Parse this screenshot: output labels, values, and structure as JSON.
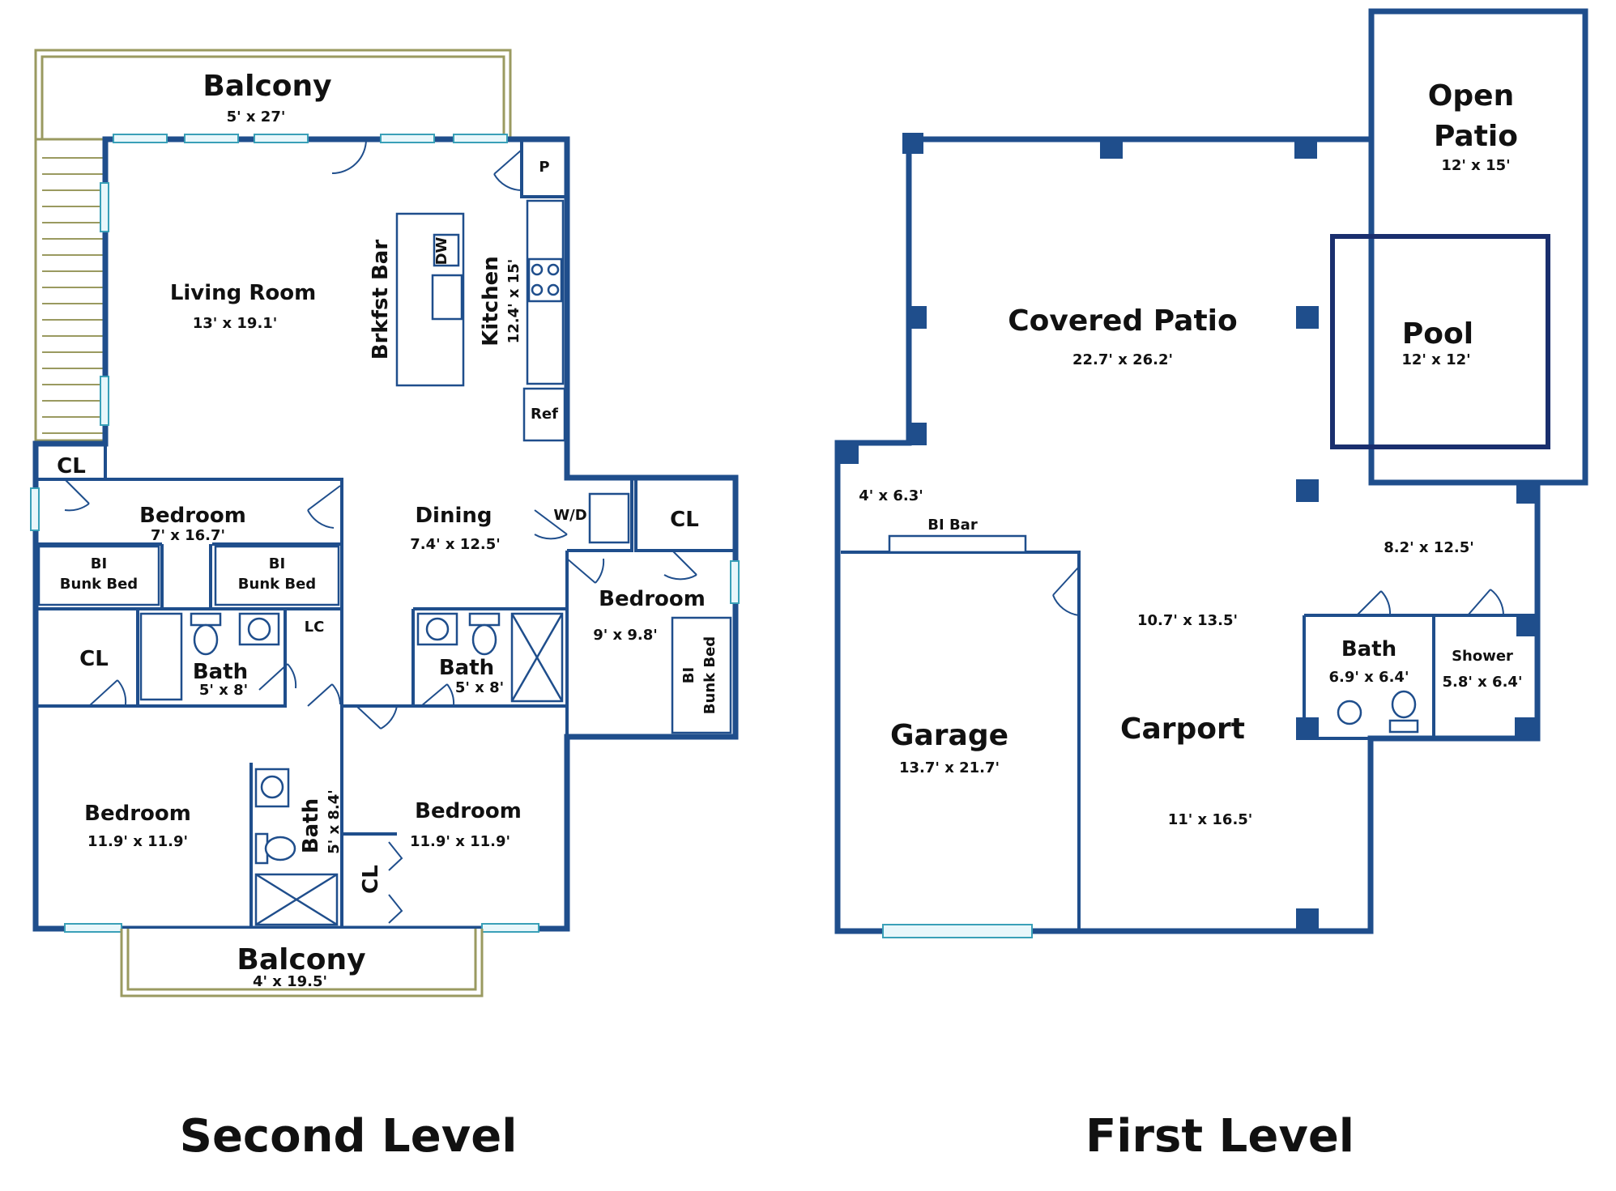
{
  "second_level": {
    "title": "Second Level",
    "rooms": {
      "balcony_top": {
        "label": "Balcony",
        "dim": "5' x 27'"
      },
      "living_room": {
        "label": "Living Room",
        "dim": "13' x 19.1'"
      },
      "brkfst_bar": {
        "label": "Brkfst Bar"
      },
      "kitchen": {
        "label": "Kitchen",
        "dim": "12.4' x 15'"
      },
      "dw": {
        "label": "DW"
      },
      "pantry": {
        "label": "P"
      },
      "ref": {
        "label": "Ref"
      },
      "cl_stair": {
        "label": "CL"
      },
      "bedroom_bunk": {
        "label": "Bedroom",
        "dim": "7' x 16.7'"
      },
      "bunk_bed_1": {
        "line1": "BI",
        "line2": "Bunk Bed"
      },
      "bunk_bed_2": {
        "line1": "BI",
        "line2": "Bunk Bed"
      },
      "dining": {
        "label": "Dining",
        "dim": "7.4' x 12.5'"
      },
      "wd": {
        "label": "W/D"
      },
      "cl_right": {
        "label": "CL"
      },
      "bedroom_right": {
        "label": "Bedroom",
        "dim": "9' x 9.8'"
      },
      "bunk_bed_3": {
        "line1": "BI",
        "line2": "Bunk Bed"
      },
      "cl_left": {
        "label": "CL"
      },
      "bath_left": {
        "label": "Bath",
        "dim": "5' x 8'"
      },
      "lc": {
        "label": "LC"
      },
      "bath_center": {
        "label": "Bath",
        "dim": "5' x 8'"
      },
      "bedroom_bl": {
        "label": "Bedroom",
        "dim": "11.9' x 11.9'"
      },
      "bath_bottom": {
        "label": "Bath",
        "dim": "5' x 8.4'"
      },
      "cl_bottom": {
        "label": "CL"
      },
      "bedroom_br": {
        "label": "Bedroom",
        "dim": "11.9' x 11.9'"
      },
      "balcony_bottom": {
        "label": "Balcony",
        "dim": "4' x 19.5'"
      }
    }
  },
  "first_level": {
    "title": "First Level",
    "rooms": {
      "open_patio": {
        "line1": "Open",
        "line2": "Patio",
        "dim": "12' x 15'"
      },
      "covered_patio": {
        "label": "Covered Patio",
        "dim": "22.7' x 26.2'"
      },
      "pool": {
        "label": "Pool",
        "dim": "12' x 12'"
      },
      "nook": {
        "dim": "4' x 6.3'"
      },
      "bi_bar": {
        "label": "BI Bar"
      },
      "area_right": {
        "dim": "8.2' x 12.5'"
      },
      "area_center": {
        "dim": "10.7' x 13.5'"
      },
      "bath": {
        "label": "Bath",
        "dim": "6.9' x 6.4'"
      },
      "shower": {
        "label": "Shower",
        "dim": "5.8' x 6.4'"
      },
      "garage": {
        "label": "Garage",
        "dim": "13.7' x 21.7'"
      },
      "carport": {
        "label": "Carport",
        "dim": "11' x 16.5'"
      }
    }
  },
  "colors": {
    "wall": "#1f4e8c",
    "window": "#3aa0b8",
    "balcony_rail": "#9a9a60",
    "pool": "#1a2f6e"
  }
}
